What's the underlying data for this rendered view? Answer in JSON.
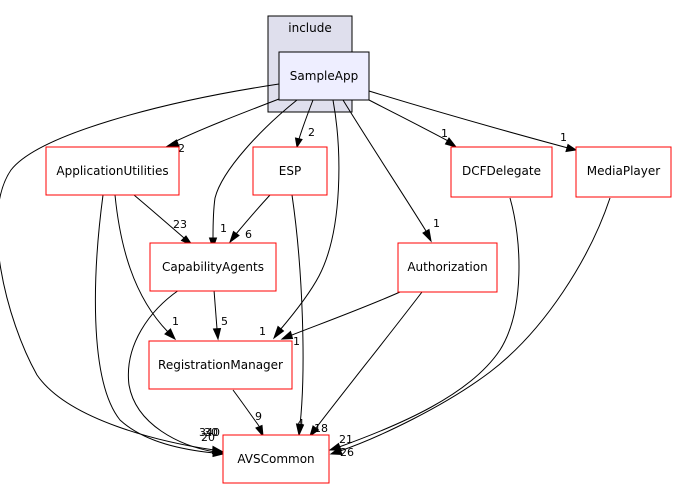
{
  "cluster": {
    "label": "include"
  },
  "nodes": {
    "sampleapp": {
      "label": "SampleApp"
    },
    "applicationutilities": {
      "label": "ApplicationUtilities"
    },
    "esp": {
      "label": "ESP"
    },
    "dcfdelegate": {
      "label": "DCFDelegate"
    },
    "mediaplayer": {
      "label": "MediaPlayer"
    },
    "capabilityagents": {
      "label": "CapabilityAgents"
    },
    "authorization": {
      "label": "Authorization"
    },
    "registrationmanager": {
      "label": "RegistrationManager"
    },
    "avscommon": {
      "label": "AVSCommon"
    }
  },
  "edges": [
    {
      "from": "SampleApp",
      "to": "ApplicationUtilities",
      "count": "2"
    },
    {
      "from": "SampleApp",
      "to": "ESP",
      "count": "2"
    },
    {
      "from": "SampleApp",
      "to": "DCFDelegate",
      "count": "1"
    },
    {
      "from": "SampleApp",
      "to": "MediaPlayer",
      "count": "1"
    },
    {
      "from": "SampleApp",
      "to": "CapabilityAgents",
      "count": "1"
    },
    {
      "from": "SampleApp",
      "to": "Authorization",
      "count": "1"
    },
    {
      "from": "SampleApp",
      "to": "RegistrationManager",
      "count": "1"
    },
    {
      "from": "SampleApp",
      "to": "AVSCommon",
      "count": "340"
    },
    {
      "from": "ApplicationUtilities",
      "to": "CapabilityAgents",
      "count": "23"
    },
    {
      "from": "ApplicationUtilities",
      "to": "RegistrationManager",
      "count": "1"
    },
    {
      "from": "ApplicationUtilities",
      "to": "AVSCommon",
      "count": "20"
    },
    {
      "from": "ESP",
      "to": "CapabilityAgents",
      "count": "6"
    },
    {
      "from": "ESP",
      "to": "AVSCommon",
      "count": "4"
    },
    {
      "from": "CapabilityAgents",
      "to": "RegistrationManager",
      "count": "5"
    },
    {
      "from": "CapabilityAgents",
      "to": "AVSCommon",
      "count": "30"
    },
    {
      "from": "Authorization",
      "to": "RegistrationManager",
      "count": "1"
    },
    {
      "from": "Authorization",
      "to": "AVSCommon",
      "count": "18"
    },
    {
      "from": "RegistrationManager",
      "to": "AVSCommon",
      "count": "9"
    },
    {
      "from": "DCFDelegate",
      "to": "AVSCommon",
      "count": "21"
    },
    {
      "from": "MediaPlayer",
      "to": "AVSCommon",
      "count": "26"
    }
  ],
  "colors": {
    "cluster_fill": "#dfdfed",
    "cluster_border": "#000000",
    "sampleapp_fill": "#eeeeff",
    "sampleapp_border": "#000000",
    "node_fill": "#ffffff",
    "node_border": "#ff0000",
    "edge": "#000000"
  }
}
